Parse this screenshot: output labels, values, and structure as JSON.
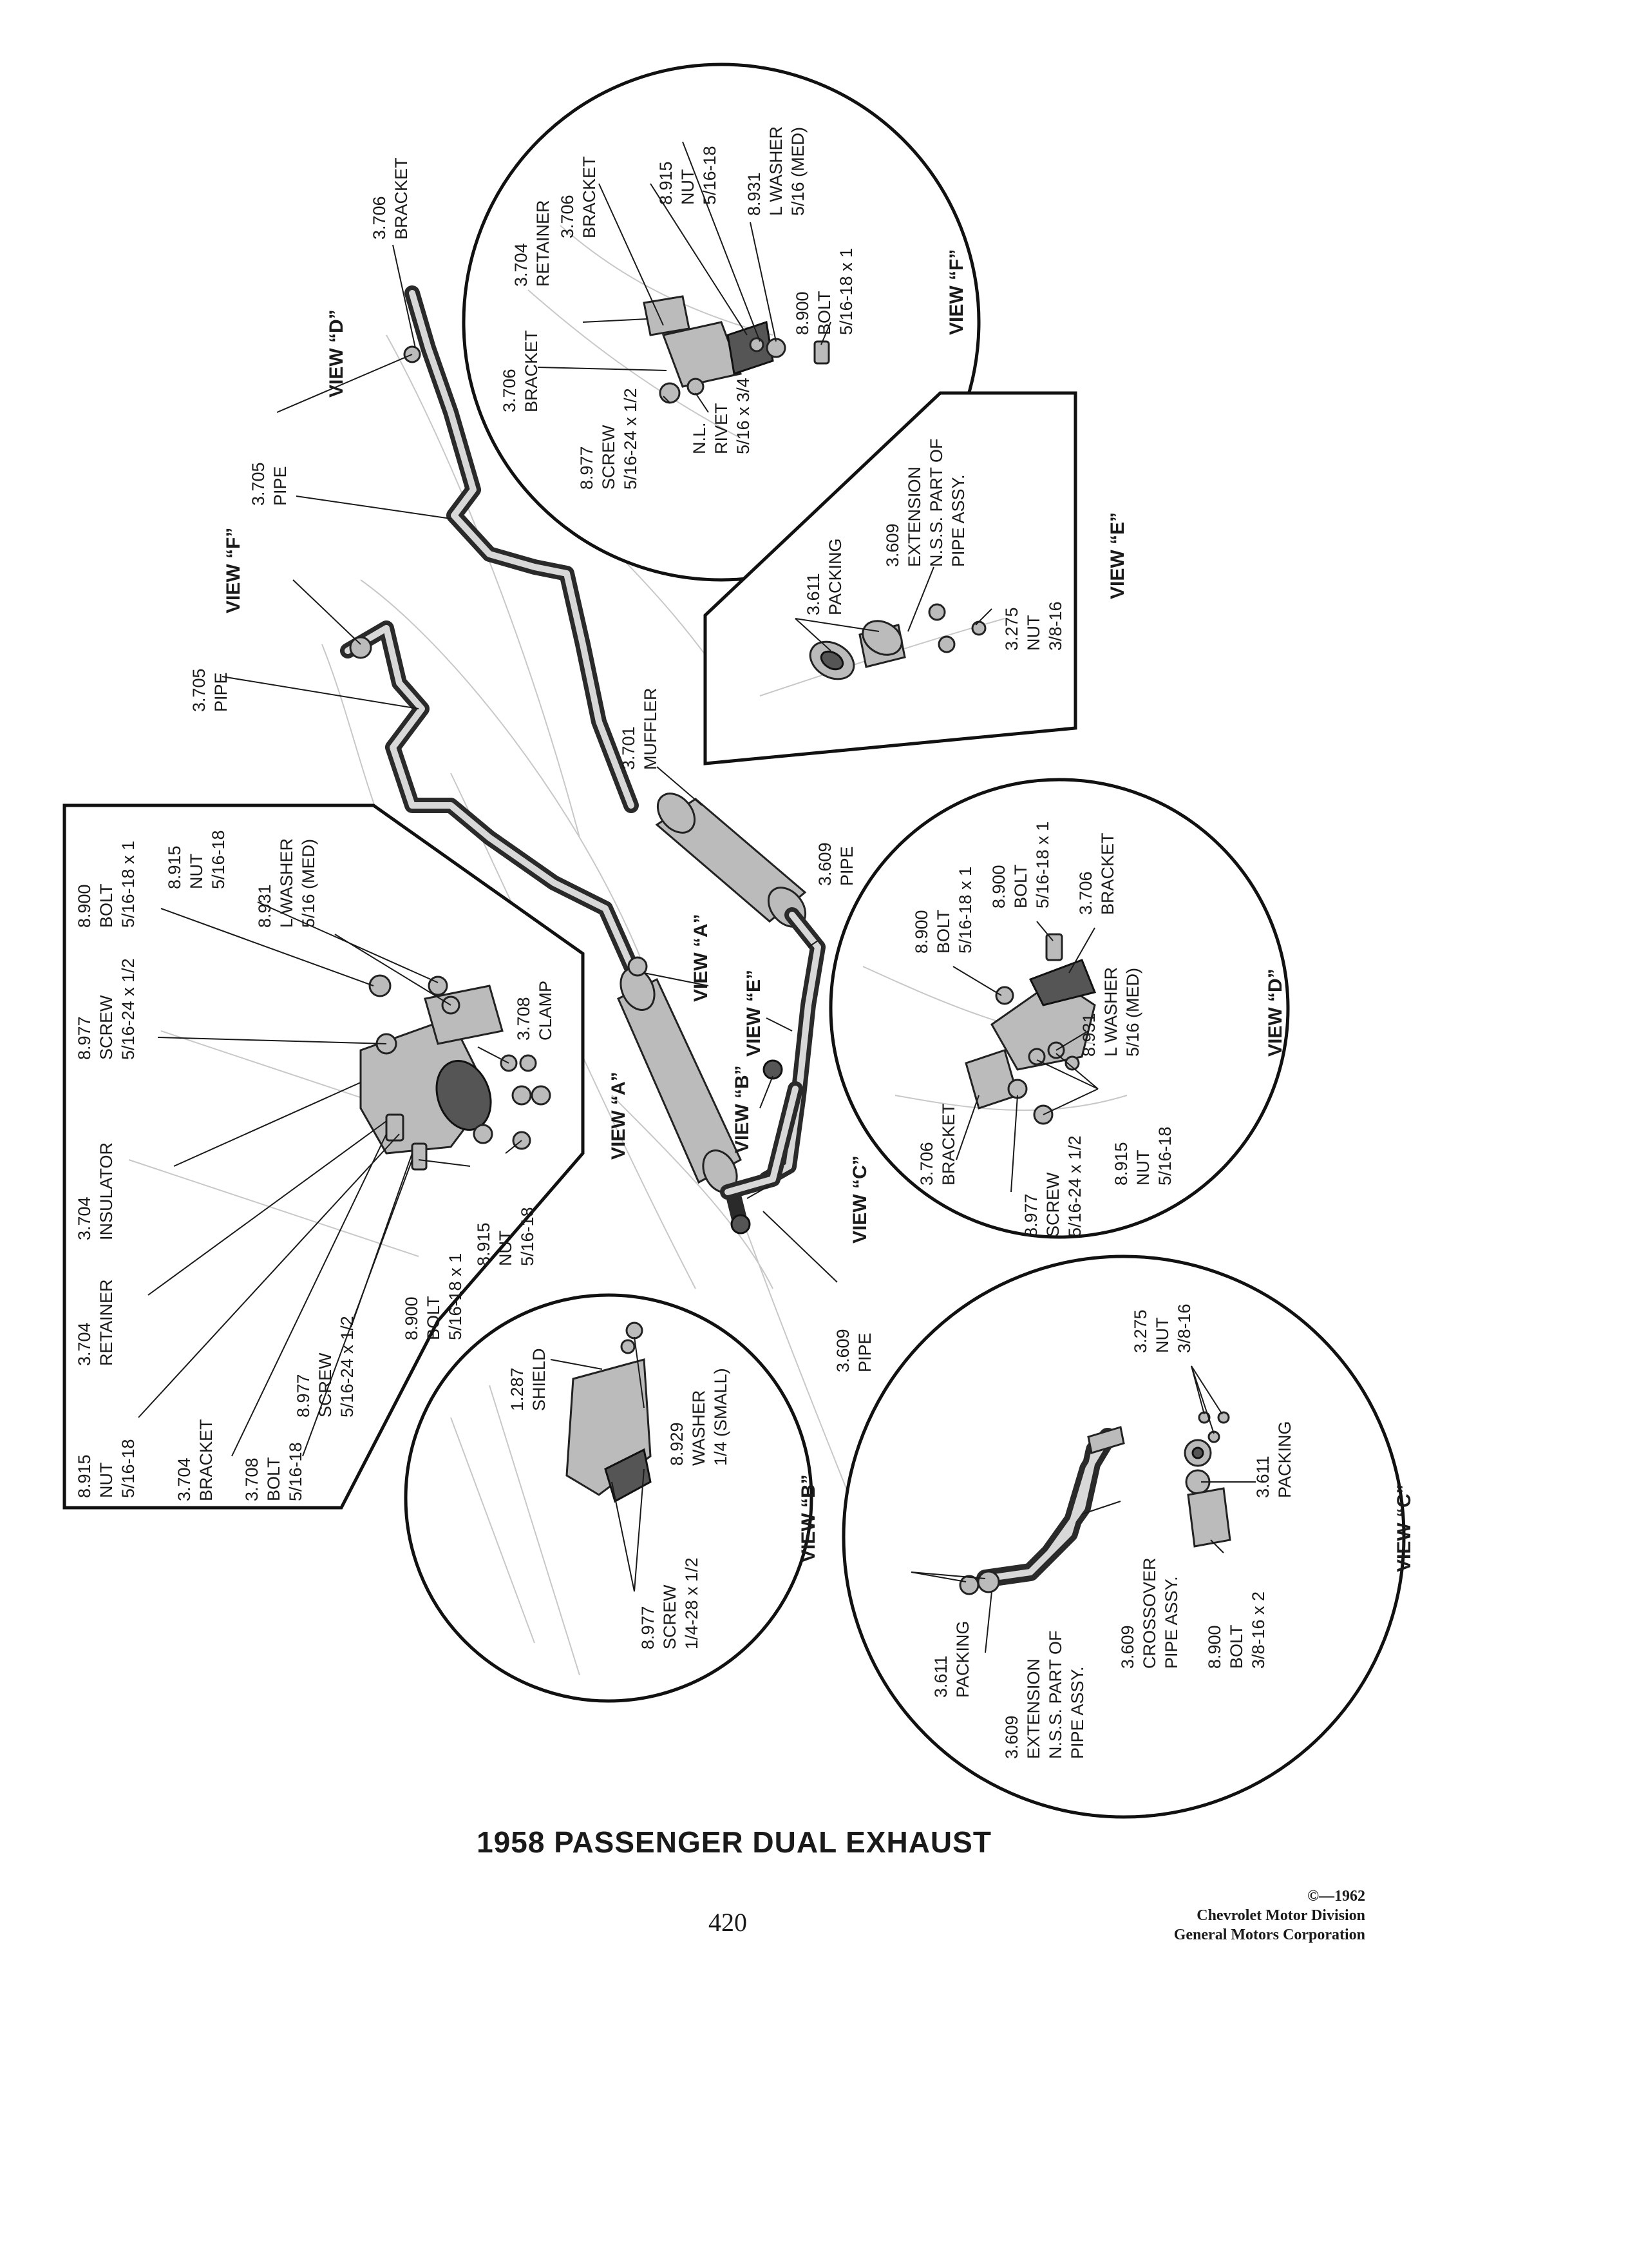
{
  "document": {
    "title": "1958 PASSENGER DUAL EXHAUST",
    "page_number": "420",
    "copyright": {
      "line1": "©—1962",
      "line2": "Chevrolet Motor Division",
      "line3": "General Motors Corporation"
    }
  },
  "main_assembly": {
    "labels": [
      {
        "id": "bracket-top",
        "num": "3.706",
        "name": "BRACKET"
      },
      {
        "id": "pipe-upper",
        "num": "3.705",
        "name": "PIPE"
      },
      {
        "id": "pipe-lower",
        "num": "3.705",
        "name": "PIPE"
      },
      {
        "id": "muffler",
        "num": "3.701",
        "name": "MUFFLER"
      },
      {
        "id": "pipe-right",
        "num": "3.609",
        "name": "PIPE"
      },
      {
        "id": "pipe-bottom",
        "num": "3.609",
        "name": "PIPE"
      }
    ],
    "views": [
      {
        "id": "d",
        "text": "VIEW “D”"
      },
      {
        "id": "f",
        "text": "VIEW “F”"
      },
      {
        "id": "a",
        "text": "VIEW “A”"
      },
      {
        "id": "e",
        "text": "VIEW “E”"
      },
      {
        "id": "b",
        "text": "VIEW “B”"
      },
      {
        "id": "c",
        "text": "VIEW “C”"
      }
    ]
  },
  "view_f": {
    "title": "VIEW “F”",
    "labels": [
      {
        "num": "3.706",
        "name": "BRACKET",
        "spec": ""
      },
      {
        "num": "3.704",
        "name": "RETAINER",
        "spec": ""
      },
      {
        "num": "8.915",
        "name": "NUT",
        "spec": "5/16-18"
      },
      {
        "num": "8.931",
        "name": "L WASHER",
        "spec": "5/16 (MED)"
      },
      {
        "num": "8.900",
        "name": "BOLT",
        "spec": "5/16-18 x 1"
      },
      {
        "num": "3.706",
        "name": "BRACKET",
        "spec": ""
      },
      {
        "num": "8.977",
        "name": "SCREW",
        "spec": "5/16-24 x 1/2"
      },
      {
        "num": "N.L.",
        "name": "RIVET",
        "spec": "5/16 x 3/4"
      }
    ]
  },
  "view_e": {
    "title": "VIEW “E”",
    "labels": [
      {
        "num": "3.611",
        "name": "PACKING",
        "spec": ""
      },
      {
        "num": "3.609",
        "name": "EXTENSION",
        "spec": "N.S.S. PART OF|PIPE ASSY."
      },
      {
        "num": "3.275",
        "name": "NUT",
        "spec": "3/8-16"
      }
    ]
  },
  "view_a": {
    "title": "VIEW “A”",
    "labels": [
      {
        "num": "8.900",
        "name": "BOLT",
        "spec": "5/16-18 x 1"
      },
      {
        "num": "8.915",
        "name": "NUT",
        "spec": "5/16-18"
      },
      {
        "num": "8.931",
        "name": "L WASHER",
        "spec": "5/16 (MED)"
      },
      {
        "num": "8.977",
        "name": "SCREW",
        "spec": "5/16-24 x 1/2"
      },
      {
        "num": "3.708",
        "name": "CLAMP",
        "spec": ""
      },
      {
        "num": "3.704",
        "name": "INSULATOR",
        "spec": ""
      },
      {
        "num": "8.915",
        "name": "NUT",
        "spec": "5/16-18"
      },
      {
        "num": "3.704",
        "name": "RETAINER",
        "spec": ""
      },
      {
        "num": "8.900",
        "name": "BOLT",
        "spec": "5/16-18 x 1"
      },
      {
        "num": "8.977",
        "name": "SCREW",
        "spec": "5/16-24 x 1/2"
      },
      {
        "num": "8.915",
        "name": "NUT",
        "spec": "5/16-18"
      },
      {
        "num": "3.704",
        "name": "BRACKET",
        "spec": ""
      },
      {
        "num": "3.708",
        "name": "BOLT",
        "spec": "5/16-18"
      }
    ]
  },
  "view_d": {
    "title": "VIEW “D”",
    "labels": [
      {
        "num": "8.900",
        "name": "BOLT",
        "spec": "5/16-18 x 1"
      },
      {
        "num": "8.900",
        "name": "BOLT",
        "spec": "5/16-18 x 1"
      },
      {
        "num": "3.706",
        "name": "BRACKET",
        "spec": ""
      },
      {
        "num": "8.931",
        "name": "L WASHER",
        "spec": "5/16 (MED)"
      },
      {
        "num": "8.915",
        "name": "NUT",
        "spec": "5/16-18"
      },
      {
        "num": "3.706",
        "name": "BRACKET",
        "spec": ""
      },
      {
        "num": "8.977",
        "name": "SCREW",
        "spec": "5/16-24 x 1/2"
      }
    ]
  },
  "view_b": {
    "title": "VIEW “B”",
    "labels": [
      {
        "num": "1.287",
        "name": "SHIELD",
        "spec": ""
      },
      {
        "num": "8.929",
        "name": "WASHER",
        "spec": "1/4 (SMALL)"
      },
      {
        "num": "8.977",
        "name": "SCREW",
        "spec": "1/4-28 x 1/2"
      }
    ]
  },
  "view_c": {
    "title": "VIEW “C”",
    "labels": [
      {
        "num": "3.275",
        "name": "NUT",
        "spec": "3/8-16"
      },
      {
        "num": "3.611",
        "name": "PACKING",
        "spec": ""
      },
      {
        "num": "3.611",
        "name": "PACKING",
        "spec": ""
      },
      {
        "num": "3.609",
        "name": "EXTENSION",
        "spec": "N.S.S. PART OF|PIPE ASSY."
      },
      {
        "num": "3.609",
        "name": "CROSSOVER",
        "spec": "PIPE ASSY."
      },
      {
        "num": "8.900",
        "name": "BOLT",
        "spec": "3/8-16 x 2"
      }
    ]
  }
}
